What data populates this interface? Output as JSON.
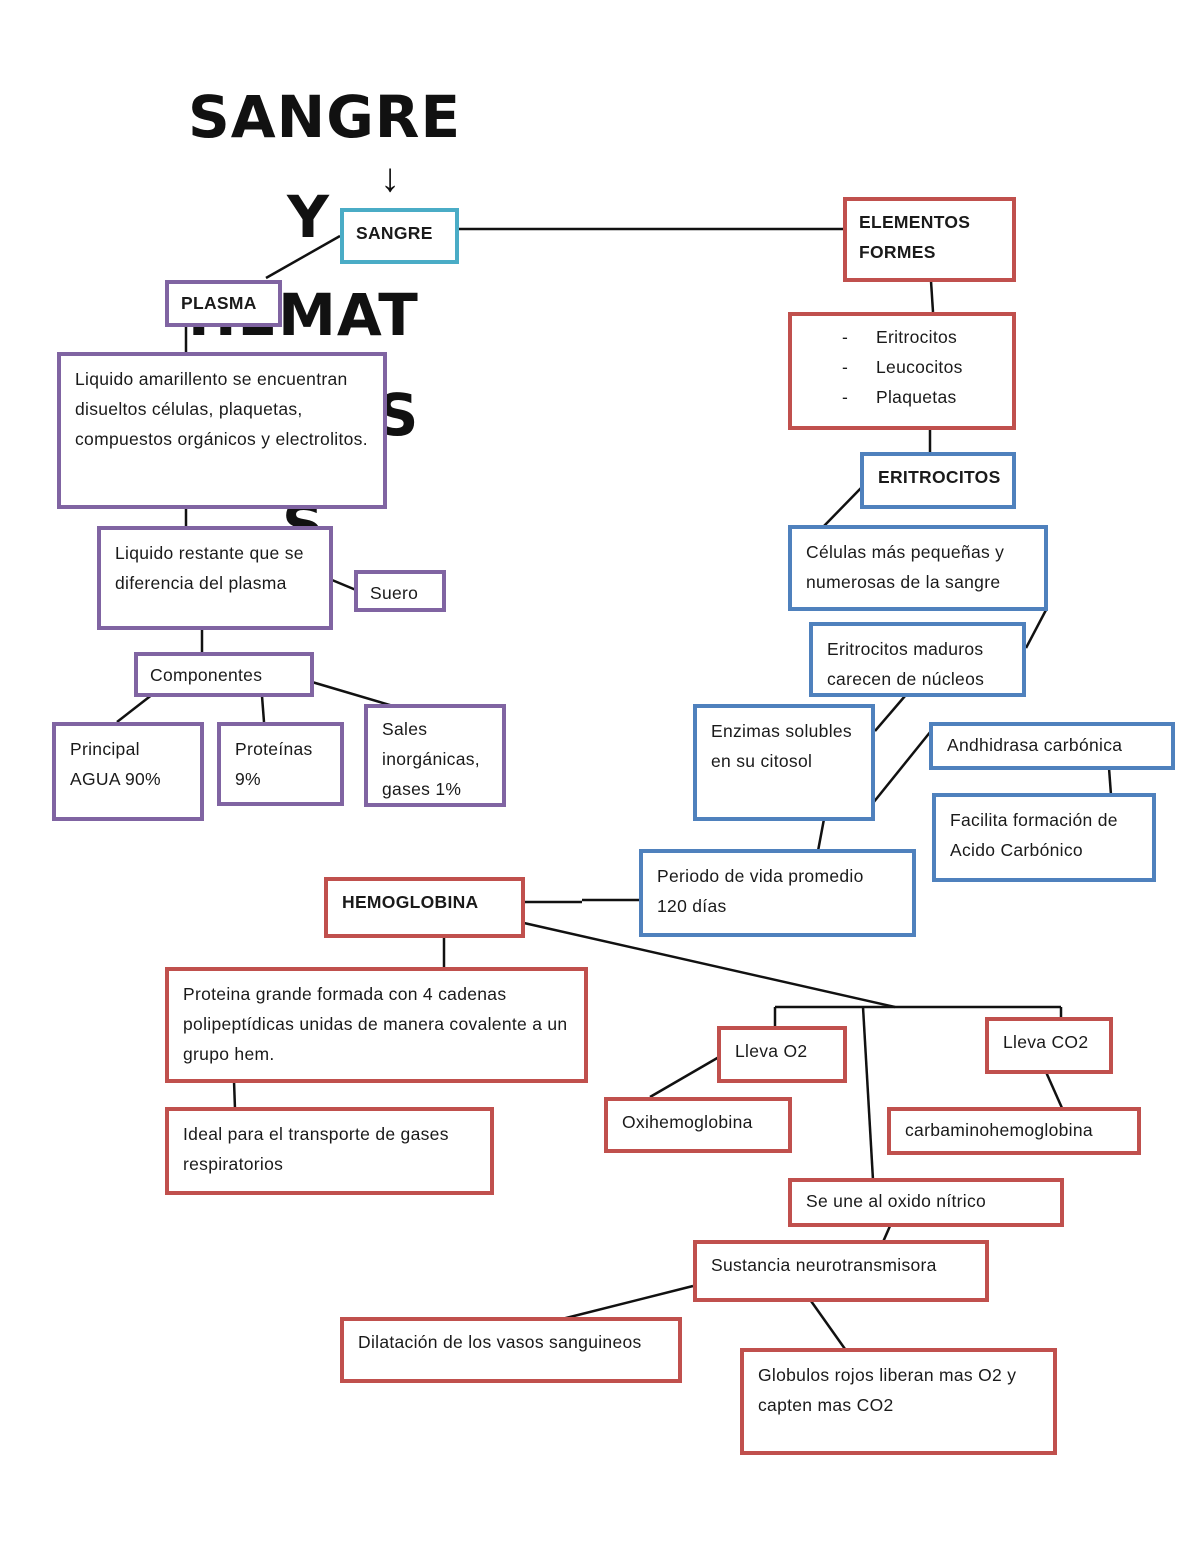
{
  "title_lines": [
    "SANGRE",
    "Y",
    "HEMAT",
    "ES",
    "S"
  ],
  "arrow": "↓",
  "nodes": {
    "sangre": "SANGRE",
    "plasma": "PLASMA",
    "plasma_desc": "Liquido amarillento se encuentran disueltos células, plaquetas, compuestos orgánicos y electrolitos.",
    "restante": "Liquido restante que se diferencia del plasma",
    "suero": "Suero",
    "componentes": "Componentes",
    "principal": "Principal AGUA 90%",
    "proteinas": "Proteínas 9%",
    "sales": "Sales inorgánicas, gases 1%",
    "elementos": "ELEMENTOS FORMES",
    "elementos_list": [
      "Eritrocitos",
      "Leucocitos",
      "Plaquetas"
    ],
    "eritrocitos": "ERITROCITOS",
    "celulas": "Células más pequeñas y numerosas de la sangre",
    "maduros": "Eritrocitos maduros carecen de núcleos",
    "enzimas": "Enzimas solubles en su citosol",
    "anhidrasa": "Andhidrasa carbónica",
    "facilita": "Facilita formación de Acido Carbónico",
    "periodo": "Periodo de vida promedio 120 días",
    "hemoglobina": "HEMOGLOBINA",
    "proteina_grande": "Proteina grande formada con 4 cadenas polipeptídicas unidas de manera covalente a un grupo hem.",
    "ideal": "Ideal para el transporte de gases respiratorios",
    "lleva_o2": "Lleva O2",
    "lleva_co2": "Lleva CO2",
    "oxihemoglobina": "Oxihemoglobina",
    "carbamino": "carbaminohemoglobina",
    "oxido": "Se une al oxido nítrico",
    "neuro": "Sustancia neurotransmisora",
    "dilatacion": "Dilatación de los vasos sanguineos",
    "globulos": "Globulos rojos liberan mas O2 y capten mas CO2"
  },
  "colors": {
    "cyan": "#4aacc6",
    "purple": "#8064a2",
    "red": "#c0504d",
    "blue": "#4f81bd",
    "line": "#111111"
  },
  "icons": {
    "arrow": "down-arrow-icon"
  }
}
